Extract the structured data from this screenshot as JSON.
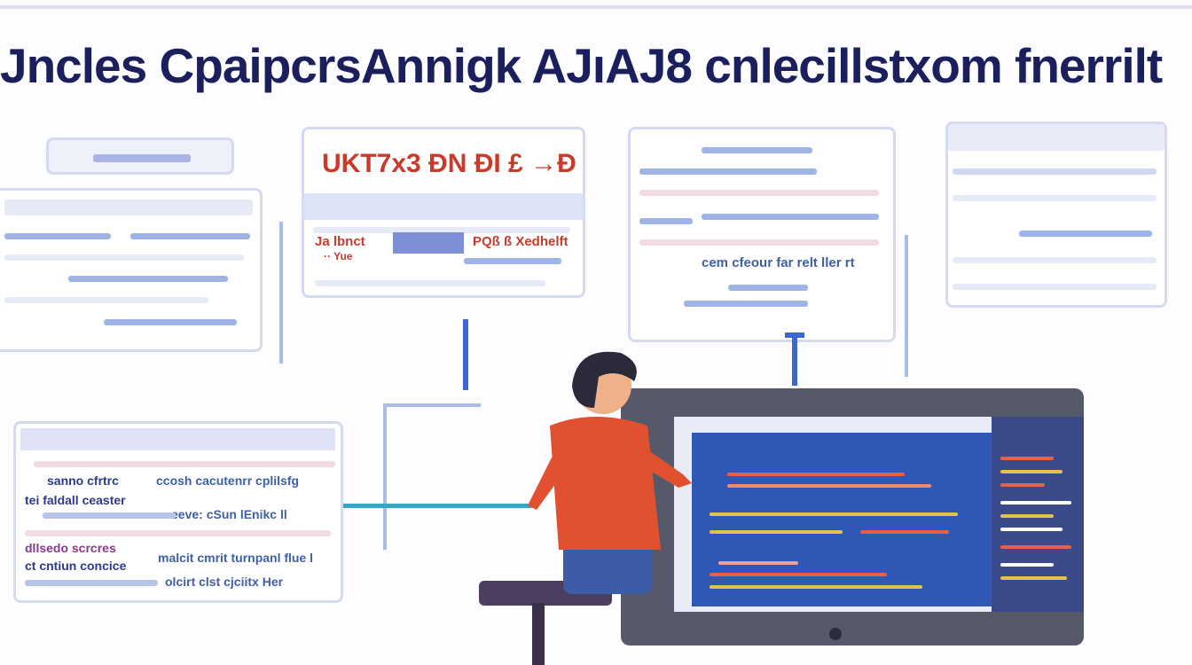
{
  "title": "Jncles CpaipcrsAnnigk AJıAJ8 cnlecillstxom fnerrilt",
  "center_panel": {
    "heading": "UKT7x3 ÐN ÐI £ →Ð",
    "label_left": "Ja lbnct",
    "label_left_sub": "·· Yue",
    "label_right": "PQß ß Xedhelft"
  },
  "right_panel": {
    "caption": "cem cfeour far relt ller rt"
  },
  "bottom_panel": {
    "row1_left": "sanno cfrtrc",
    "row1_right": "ccosh cacutenrr cplilsfg",
    "row2_left": "tei faldall ceaster",
    "row2_right": "eeve: cSun lEnikc ll",
    "row3_left": "dllsedo scrcres",
    "row3_right": "malcit cmrit turnpanl flue l",
    "row4_left": "ct cntiun concice",
    "row4_right": "olcirt clst cjciitx Her"
  },
  "colors": {
    "title": "#1b1f5c",
    "accent_red": "#c93a2a",
    "shirt": "#e2512f",
    "screen": "#2f58b6",
    "panel_border": "#d5daee"
  }
}
